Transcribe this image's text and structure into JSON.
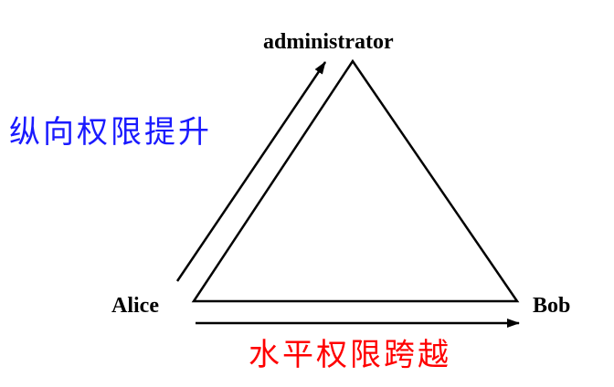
{
  "nodes": {
    "top": "administrator",
    "left": "Alice",
    "right": "Bob"
  },
  "annotations": {
    "vertical": "纵向权限提升",
    "horizontal": "水平权限跨越"
  },
  "colors": {
    "vertical": "#1a1aff",
    "horizontal": "#ff0000",
    "lines": "#000000"
  }
}
